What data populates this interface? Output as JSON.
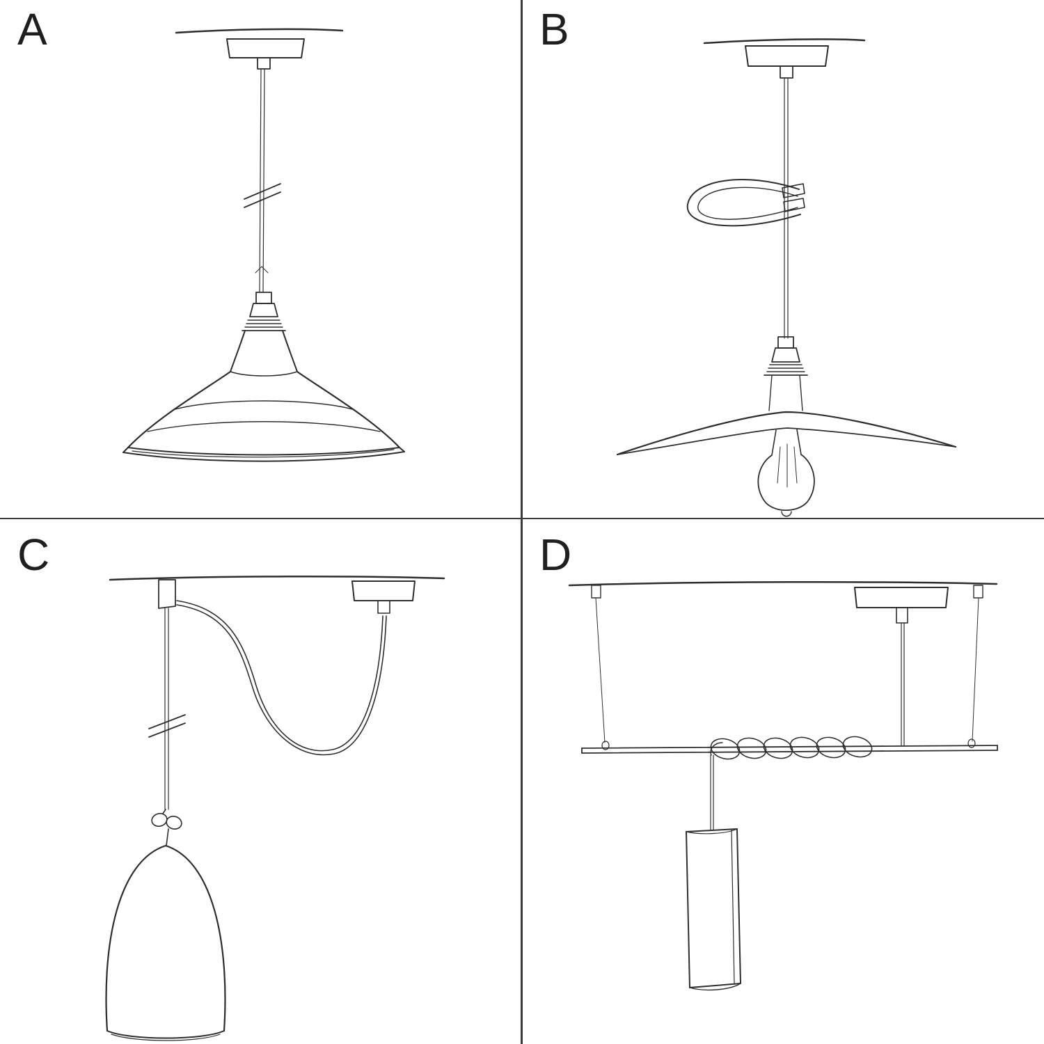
{
  "panels": [
    {
      "label": "A",
      "sketch": "pendant-with-industrial-bowl-shade"
    },
    {
      "label": "B",
      "sketch": "pendant-with-flat-plate-shade-and-exposed-bulb"
    },
    {
      "label": "C",
      "sketch": "swag-pendant-with-hook-knot-and-bell-dome-shade"
    },
    {
      "label": "D",
      "sketch": "suspended-bar-with-coiled-cable-and-tube-shade"
    }
  ],
  "colors": {
    "ink": "#2d2d2d",
    "divider": "#3a3a3a",
    "background": "#ffffff"
  }
}
